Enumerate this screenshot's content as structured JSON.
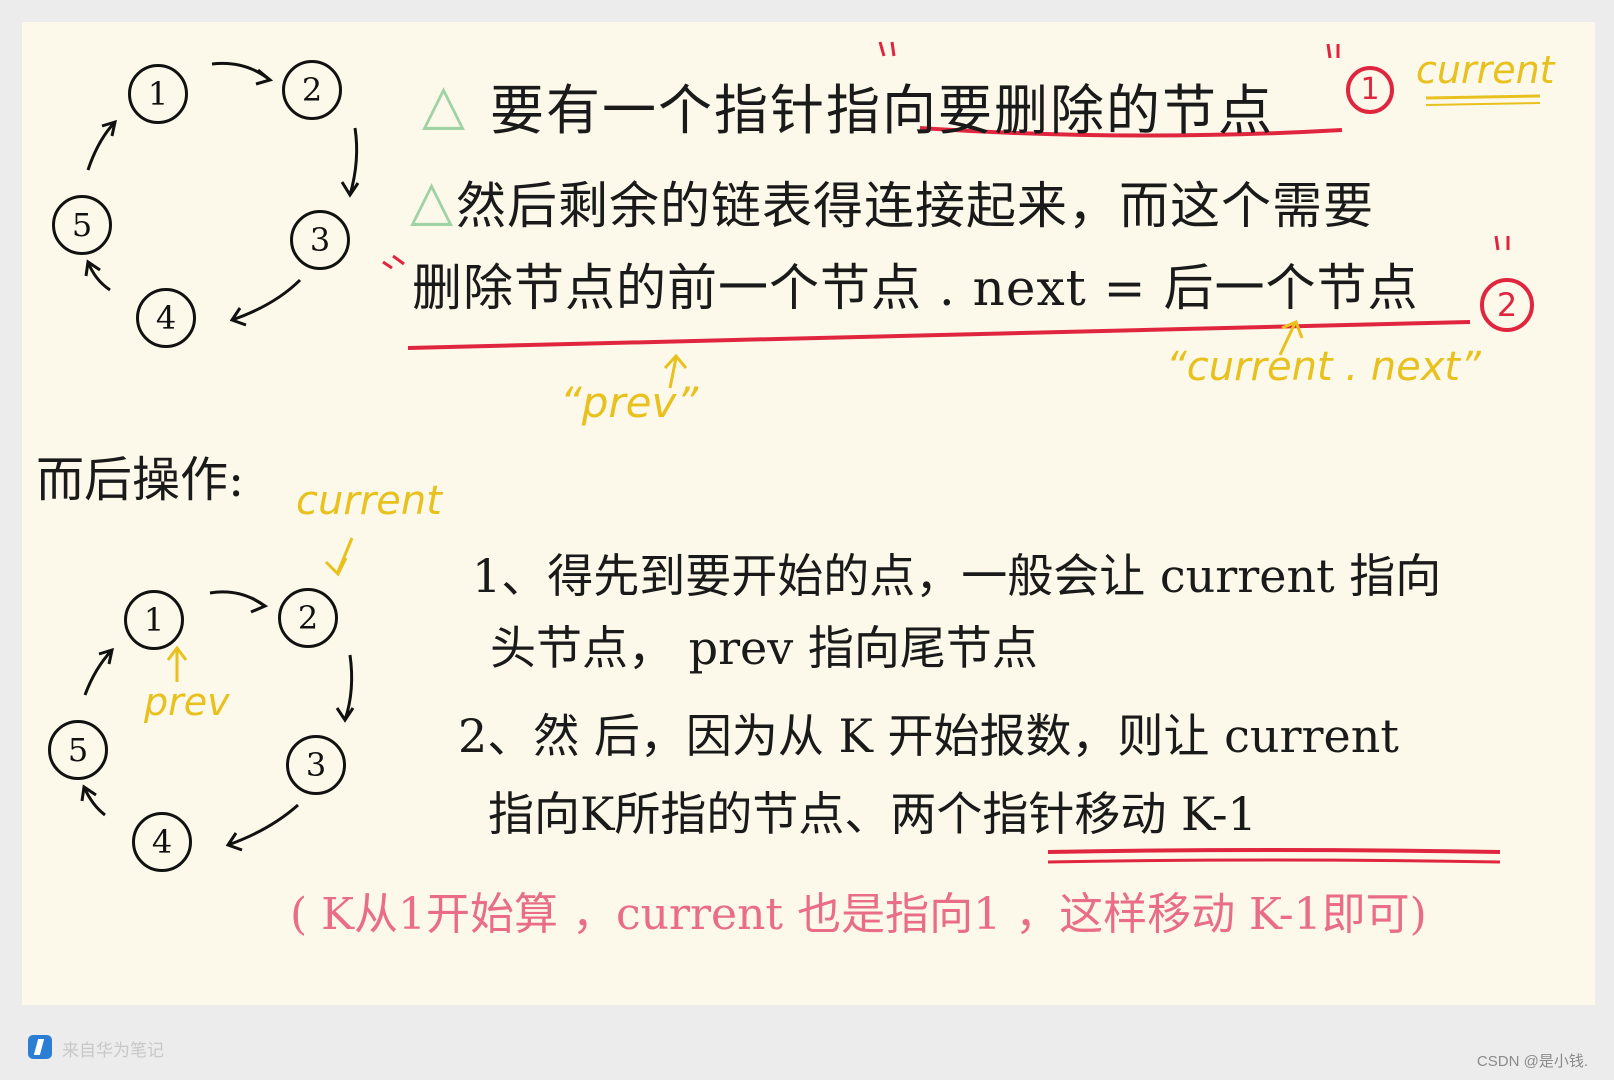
{
  "note": {
    "rule1_text": "要有一个指针指向要删除的节点",
    "rule1_badge": "1",
    "rule1_annotation": "current",
    "rule2_line1": "然后剩余的链表得连接起来，而这个需要",
    "rule2_line2": "删除节点的前一个节点 . next = 后一个节点",
    "rule2_badge": "2",
    "prev_label": "“prev”",
    "current_next_label": "“current . next”",
    "section_title": "而后操作:",
    "current_label": "current",
    "prev_small_label": "prev",
    "step1_line1": "1、得先到要开始的点，一般会让 current 指向",
    "step1_line2": "头节点， prev 指向尾节点",
    "step2_line1": "2、然 后，因为从 K 开始报数，则让 current",
    "step2_line2": "指向K所指的节点、两个指针移动 K-1",
    "footnote": "( K从1开始算 ，current 也是指向1 ，这样移动 K-1即可)"
  },
  "diagram_nodes": [
    "1",
    "2",
    "3",
    "4",
    "5"
  ],
  "footer": {
    "source_text": "来自华为笔记",
    "watermark": "CSDN @是小钱."
  },
  "colors": {
    "ink": "#1a1a1a",
    "red": "#e0263e",
    "yellow": "#e8c11e",
    "pink": "#e86d85",
    "green": "#9fd3a6",
    "paper": "#fdf9ea"
  }
}
